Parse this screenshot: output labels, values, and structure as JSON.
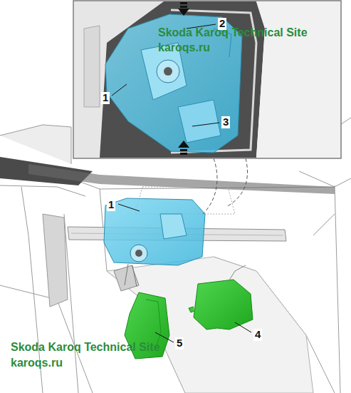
{
  "diagram": {
    "labels": [
      "2",
      "Skoda Karoq Technical Site",
      "karoqs.ru",
      "1",
      "3",
      "1",
      "4",
      "Skoda Karoq Technical Site",
      "5",
      "karoqs.ru"
    ]
  }
}
